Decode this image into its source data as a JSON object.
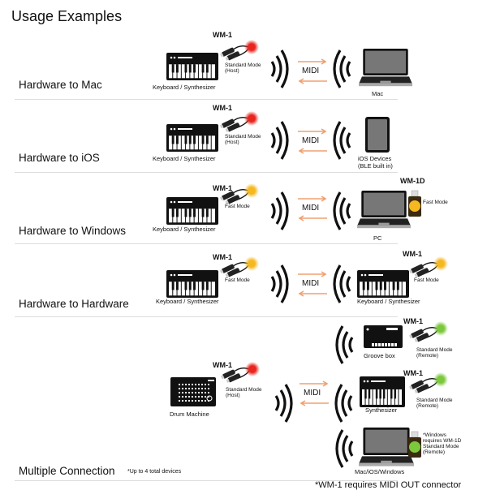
{
  "title": "Usage Examples",
  "colors": {
    "arrow": "#f0a070",
    "led_red": "#e8261f",
    "led_yellow": "#f5b820",
    "led_green": "#7cc83c"
  },
  "rows": [
    {
      "title": "Hardware to Mac",
      "left": {
        "badge": "WM-1",
        "mode": "Standard Mode",
        "mode2": "(Host)",
        "led": "red",
        "device": "Keyboard / Synthesizer"
      },
      "link": "MIDI",
      "right": {
        "device": "Mac",
        "icon": "laptop-icon"
      }
    },
    {
      "title": "Hardware to iOS",
      "left": {
        "badge": "WM-1",
        "mode": "Standard Mode",
        "mode2": "(Host)",
        "led": "red",
        "device": "Keyboard / Synthesizer"
      },
      "link": "MIDI",
      "right": {
        "device": "iOS Devices",
        "device2": "(BLE built in)",
        "icon": "tablet-icon"
      }
    },
    {
      "title": "Hardware to Windows",
      "left": {
        "badge": "WM-1",
        "mode": "Fast Mode",
        "led": "yellow",
        "device": "Keyboard / Synthesizer"
      },
      "link": "MIDI",
      "right": {
        "device": "PC",
        "badge": "WM-1D",
        "mode": "Fast Mode",
        "icon": "laptop-icon"
      }
    },
    {
      "title": "Hardware to Hardware",
      "left": {
        "badge": "WM-1",
        "mode": "Fast Mode",
        "led": "yellow",
        "device": "Keyboard / Synthesizer"
      },
      "link": "MIDI",
      "right": {
        "device": "Keyboard / Synthesizer",
        "badge": "WM-1",
        "mode": "Fast Mode",
        "icon": "keyboard-icon"
      }
    },
    {
      "title": "Multiple Connection",
      "note": "*Up to 4 total devices",
      "left": {
        "badge": "WM-1",
        "mode": "Standard Mode",
        "mode2": "(Host)",
        "led": "red",
        "device": "Drum  Machine"
      },
      "link": "MIDI",
      "targets": [
        {
          "device": "Groove box",
          "badge": "WM-1",
          "mode": "Standard Mode",
          "mode2": "(Remote)"
        },
        {
          "device": "Synthesizer",
          "badge": "WM-1",
          "mode": "Standard Mode",
          "mode2": "(Remote)"
        },
        {
          "device": "Mac/iOS/Windows",
          "note": [
            "*Windows",
            "requires WM-1D",
            "Standard Mode",
            "(Remote)"
          ]
        }
      ]
    }
  ],
  "footer": "*WM-1 requires MIDI OUT connector"
}
